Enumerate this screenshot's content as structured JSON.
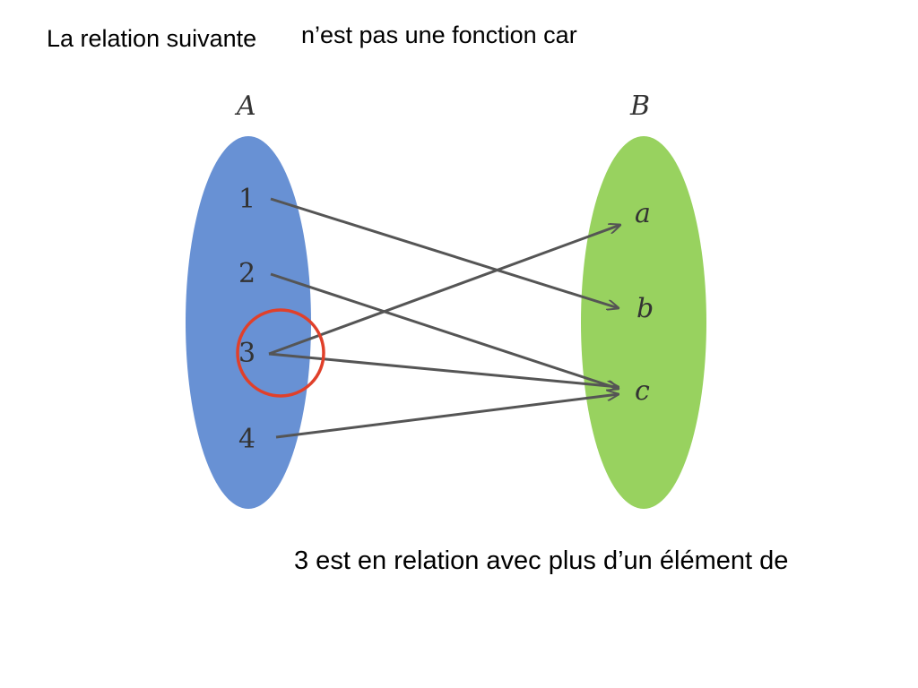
{
  "title": {
    "part1": "La relation suivante",
    "part2": "n’est pas une fonction car"
  },
  "set_a": {
    "label": "A",
    "color": "#6891d4",
    "elements": [
      "1",
      "2",
      "3",
      "4"
    ]
  },
  "set_b": {
    "label": "B",
    "color": "#98d25f",
    "elements": [
      "a",
      "b",
      "c"
    ]
  },
  "relations": [
    {
      "from": "1",
      "to": "b"
    },
    {
      "from": "2",
      "to": "c"
    },
    {
      "from": "3",
      "to": "a"
    },
    {
      "from": "3",
      "to": "c"
    },
    {
      "from": "4",
      "to": "c"
    }
  ],
  "highlight": {
    "element": "3",
    "color": "#e0402a"
  },
  "arrow_color": "#555555",
  "caption": "3 est en relation avec plus d’un élément de"
}
